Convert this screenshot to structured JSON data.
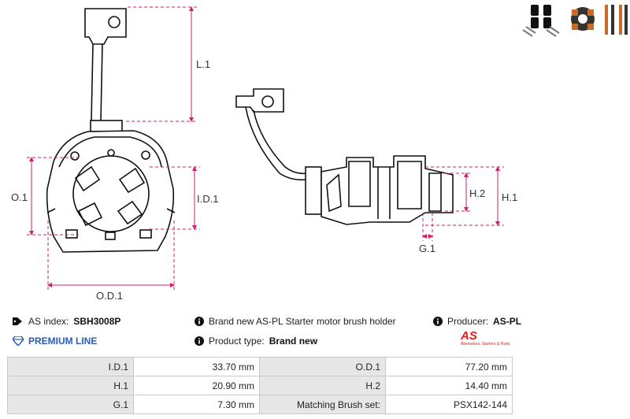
{
  "drawing": {
    "dimension_labels": {
      "l1": "L.1",
      "o1": "O.1",
      "id1": "I.D.1",
      "od1": "O.D.1",
      "h2": "H.2",
      "h1": "H.1",
      "g1": "G.1"
    }
  },
  "info": {
    "as_index_label": "AS index:",
    "as_index_value": "SBH3008P",
    "premium_line": "PREMIUM LINE",
    "description": "Brand new AS-PL Starter motor brush holder",
    "product_type_label": "Product type:",
    "product_type_value": "Brand new",
    "producer_label": "Producer:",
    "producer_value": "AS-PL",
    "logo_text": "AS",
    "logo_subtext": "Alternators, Starters & Parts"
  },
  "specs": [
    {
      "label_a": "I.D.1",
      "value_a": "33.70 mm",
      "label_b": "O.D.1",
      "value_b": "77.20 mm"
    },
    {
      "label_a": "H.1",
      "value_a": "20.90 mm",
      "label_b": "H.2",
      "value_b": "14.40 mm"
    },
    {
      "label_a": "G.1",
      "value_a": "7.30 mm",
      "label_b": "Matching Brush set:",
      "value_b": "PSX142-144"
    }
  ],
  "colors": {
    "accent_blue": "#2a5bb8",
    "brand_red": "#e41b17",
    "dim_pink": "#d21f6a"
  },
  "icons": [
    "tag-icon",
    "info-icon",
    "diamond-icon"
  ]
}
